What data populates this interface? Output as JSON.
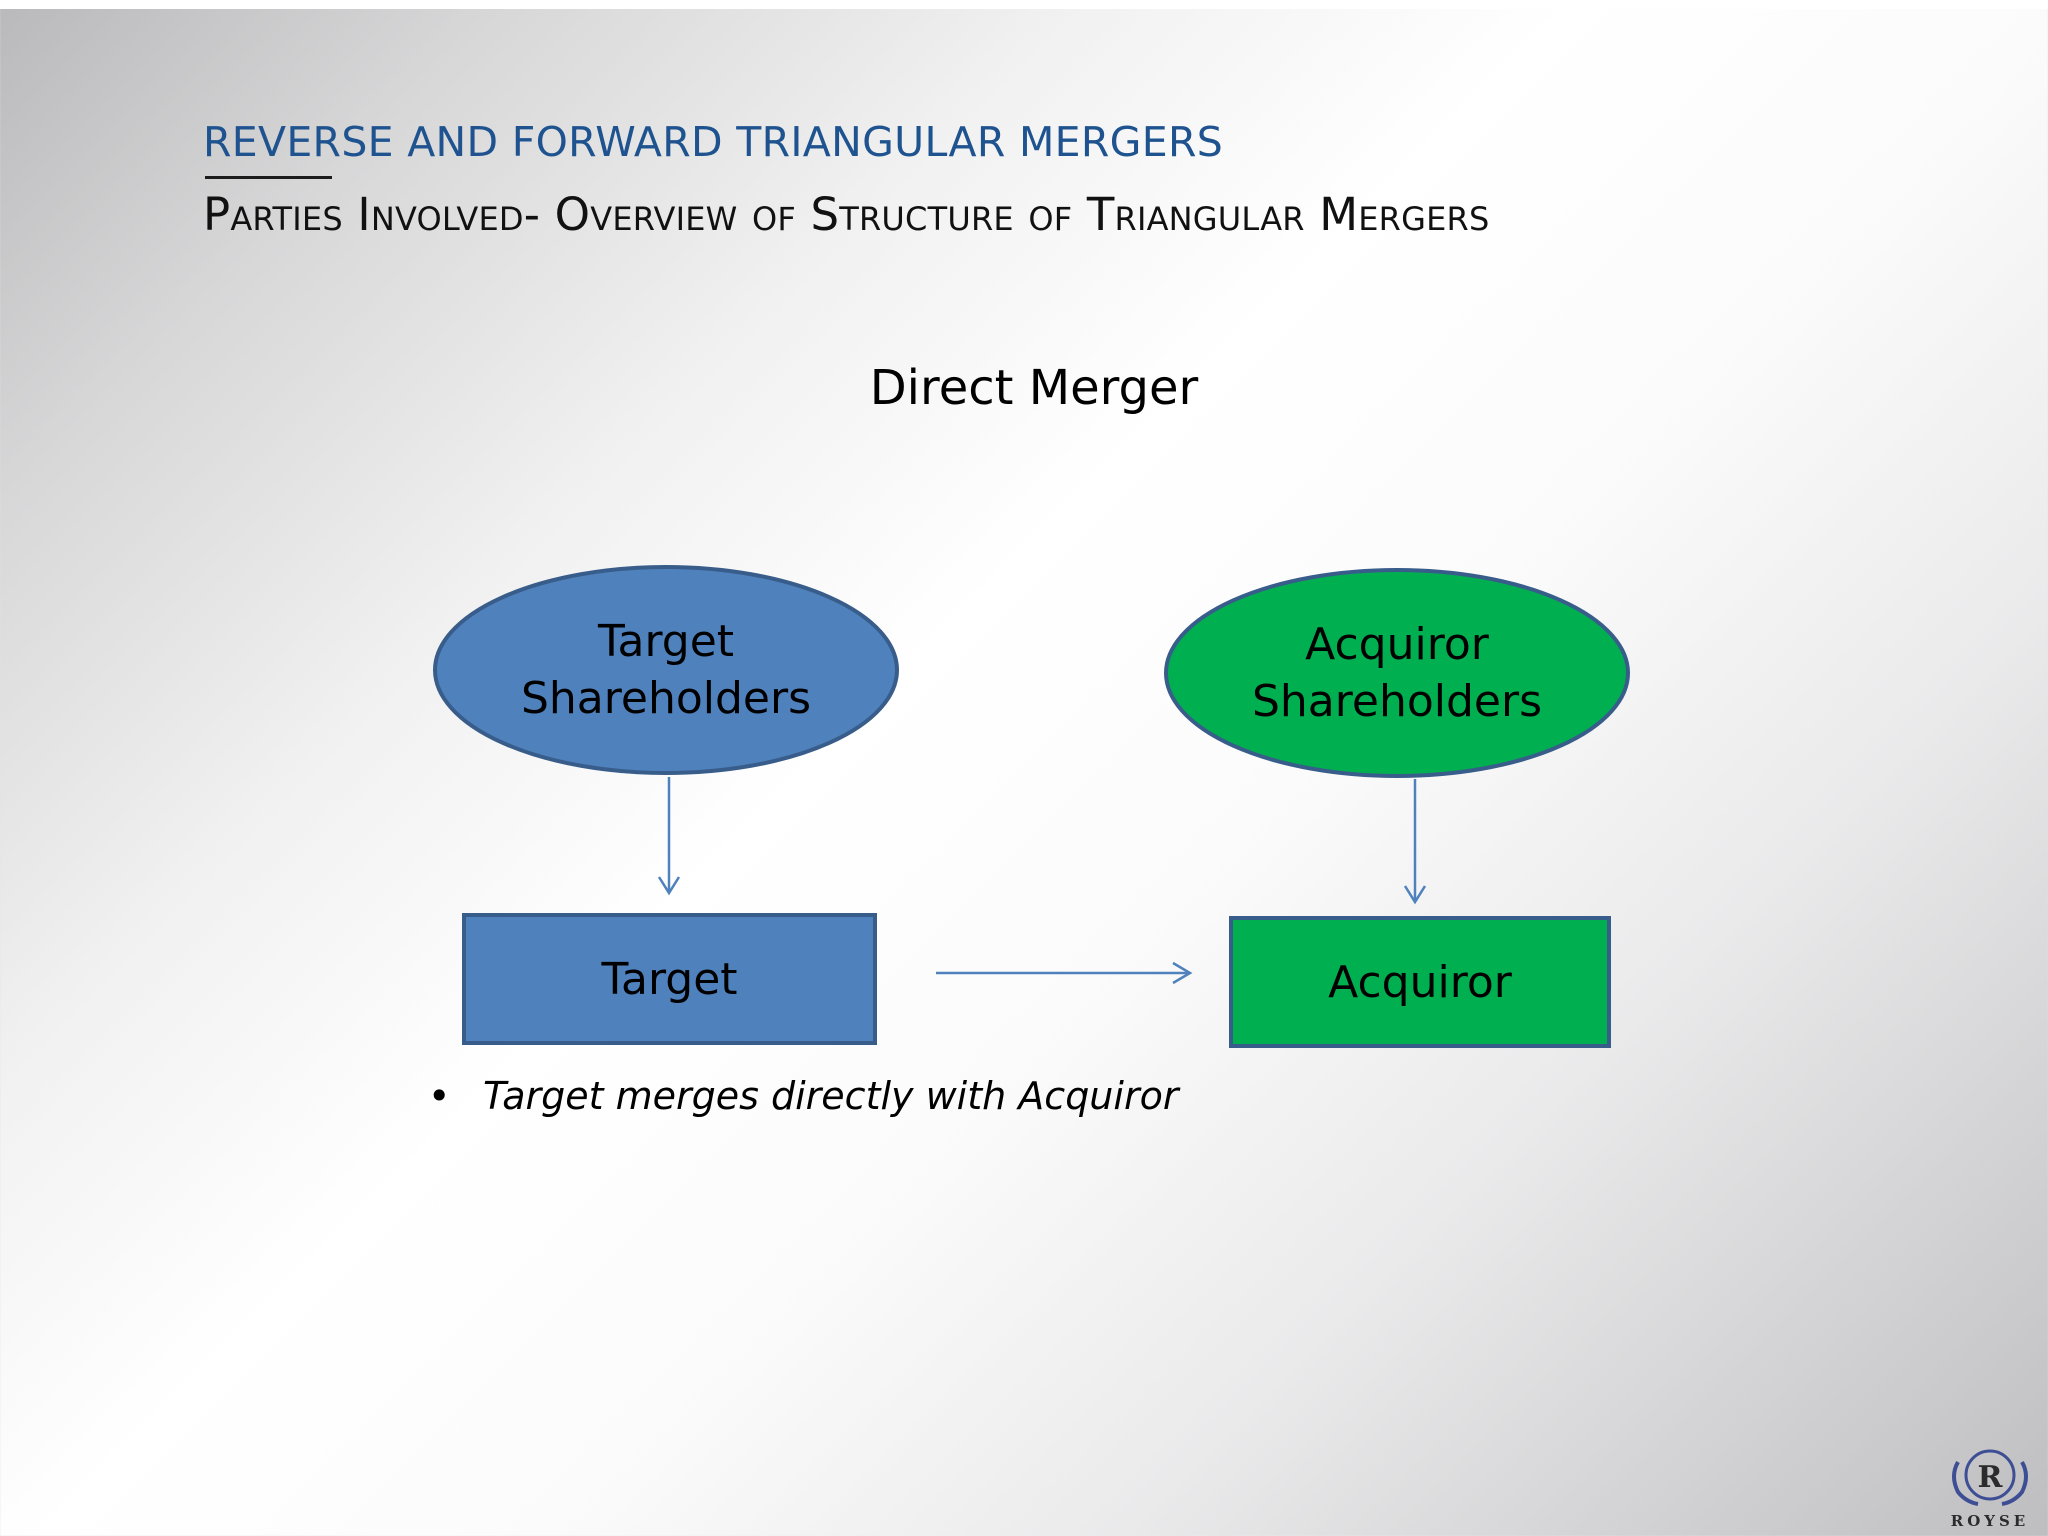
{
  "header": {
    "title": "REVERSE AND FORWARD TRIANGULAR MERGERS",
    "subtitle": "Parties Involved- Overview of Structure of Triangular Mergers"
  },
  "diagram": {
    "title": "Direct Merger",
    "nodes": {
      "target_shareholders": {
        "line1": "Target",
        "line2": "Shareholders",
        "shape": "ellipse",
        "fill": "#4f81bd"
      },
      "acquiror_shareholders": {
        "line1": "Acquiror",
        "line2": "Shareholders",
        "shape": "ellipse",
        "fill": "#00b050"
      },
      "target": {
        "label": "Target",
        "shape": "rectangle",
        "fill": "#4f81bd"
      },
      "acquiror": {
        "label": "Acquiror",
        "shape": "rectangle",
        "fill": "#00b050"
      }
    },
    "edges": [
      {
        "from": "target_shareholders",
        "to": "target"
      },
      {
        "from": "acquiror_shareholders",
        "to": "acquiror"
      },
      {
        "from": "target",
        "to": "acquiror"
      }
    ],
    "border_color": "#385d8a",
    "arrow_color": "#4f81bd"
  },
  "notes": {
    "bullet": "•",
    "text": "Target merges directly with Acquiror"
  },
  "logo": {
    "letter": "R",
    "word": "ROYSE"
  }
}
